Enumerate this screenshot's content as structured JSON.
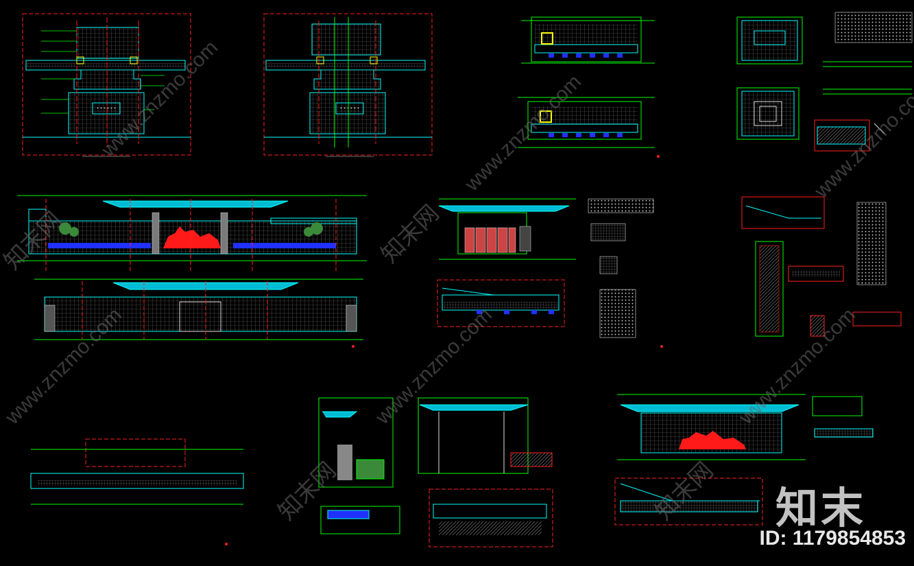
{
  "watermark": {
    "logo_text": "知末",
    "id_text": "ID: 1179854853",
    "diagonal_text": "www.znzmo.com",
    "diagonal_cn": "知末网"
  },
  "colors": {
    "background": "#000000",
    "green": "#00ff00",
    "cyan": "#00ffff",
    "red": "#ff2020",
    "blue": "#2030ff",
    "white": "#e0e0e0",
    "grey": "#8a8a8a",
    "yellow": "#ffff00"
  }
}
